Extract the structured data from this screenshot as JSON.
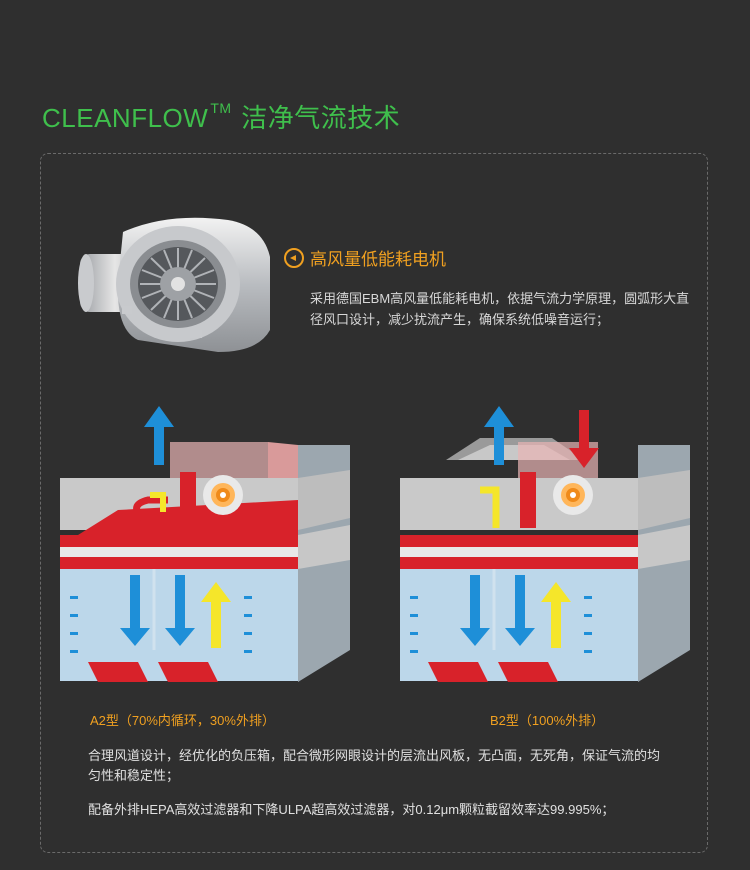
{
  "section": {
    "title_brand": "CLEANFLOW",
    "title_tm": "TM",
    "title_text": "洁净气流技术"
  },
  "feature": {
    "icon": "circle-arrow-left-icon",
    "title": "高风量低能耗电机",
    "description": "采用德国EBM高风量低能耗电机，依据气流力学原理，圆弧形大直径风口设计，减少扰流产生，确保系统低噪音运行；"
  },
  "diagrams": [
    {
      "caption": "A2型（70%内循环，30%外排）"
    },
    {
      "caption": "B2型（100%外排）"
    }
  ],
  "paragraphs": [
    "合理风道设计，经优化的负压箱，配合微形网眼设计的层流出风板，无凸面，无死角，保证气流的均匀性和稳定性；",
    "配备外排HEPA高效过滤器和下降ULPA超高效过滤器，对0.12μm颗粒截留效率达99.995%；"
  ],
  "colors": {
    "background": "#2f2f2f",
    "heading_green": "#3fbf4c",
    "accent_orange": "#f0a020",
    "airflow_blue": "#1e8fd8",
    "airflow_red": "#d8222a",
    "airflow_yellow": "#f5e62a"
  }
}
